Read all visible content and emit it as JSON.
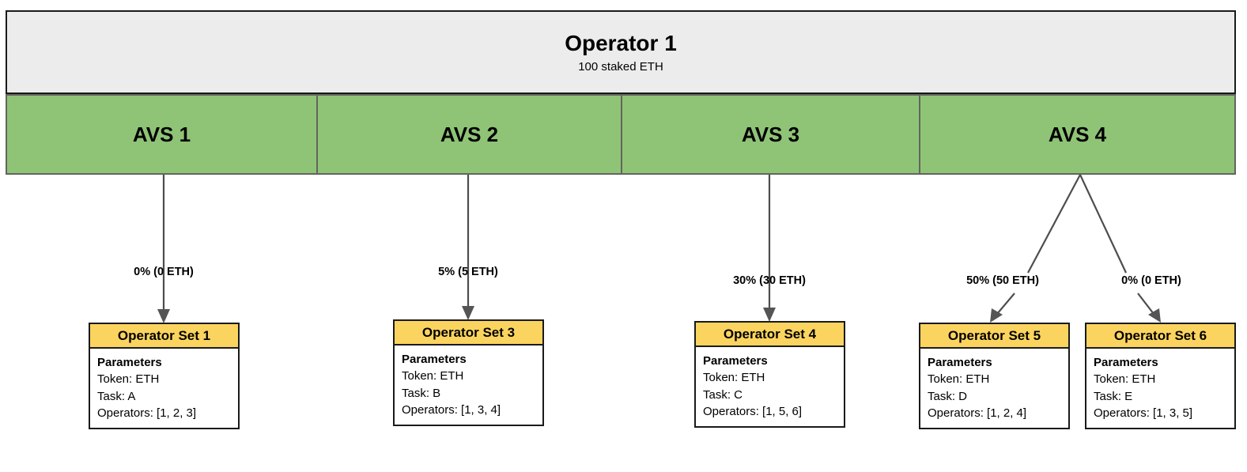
{
  "diagram": {
    "title": "Operator 1 AVS allocation diagram",
    "colors": {
      "operator_band": "#ececec",
      "avs_green": "#8fc477",
      "opset_yellow": "#fbd45f",
      "edge_gray": "#4d4d4d",
      "border_dark": "#1a1a1a"
    }
  },
  "operator": {
    "name": "Operator 1",
    "stake": "100 staked ETH"
  },
  "avs": [
    {
      "label": "AVS 1"
    },
    {
      "label": "AVS 2"
    },
    {
      "label": "AVS 3"
    },
    {
      "label": "AVS 4"
    }
  ],
  "allocations": [
    {
      "label": "0% (0 ETH)",
      "from": "AVS 1",
      "to": "Operator Set 1",
      "percent": 0,
      "eth": 0
    },
    {
      "label": "5% (5 ETH)",
      "from": "AVS 2",
      "to": "Operator Set 3",
      "percent": 5,
      "eth": 5
    },
    {
      "label": "30% (30 ETH)",
      "from": "AVS 3",
      "to": "Operator Set 4",
      "percent": 30,
      "eth": 30
    },
    {
      "label": "50% (50 ETH)",
      "from": "AVS 4",
      "to": "Operator Set 5",
      "percent": 50,
      "eth": 50
    },
    {
      "label": "0% (0 ETH)",
      "from": "AVS 4",
      "to": "Operator Set 6",
      "percent": 0,
      "eth": 0
    }
  ],
  "operator_sets": [
    {
      "title": "Operator Set 1",
      "params_heading": "Parameters",
      "token": "Token: ETH",
      "task": "Task: A",
      "operators": "Operators: [1, 2, 3]"
    },
    {
      "title": "Operator Set 3",
      "params_heading": "Parameters",
      "token": "Token: ETH",
      "task": "Task: B",
      "operators": "Operators: [1, 3, 4]"
    },
    {
      "title": "Operator Set 4",
      "params_heading": "Parameters",
      "token": "Token: ETH",
      "task": "Task: C",
      "operators": "Operators: [1, 5, 6]"
    },
    {
      "title": "Operator Set 5",
      "params_heading": "Parameters",
      "token": "Token: ETH",
      "task": "Task: D",
      "operators": "Operators: [1, 2, 4]"
    },
    {
      "title": "Operator Set 6",
      "params_heading": "Parameters",
      "token": "Token: ETH",
      "task": "Task: E",
      "operators": "Operators: [1, 3, 5]"
    }
  ]
}
